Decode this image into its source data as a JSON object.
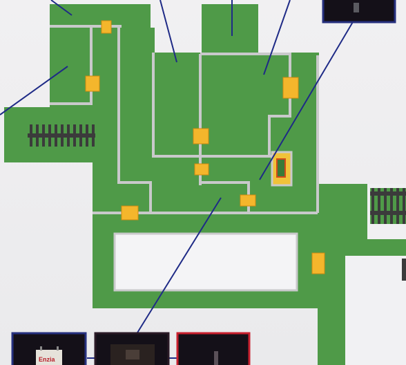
{
  "map": {
    "colors": {
      "background": "#ededee",
      "room": "#4f9a48",
      "wall": "#c9c9cb",
      "door": "#f4b62c",
      "leader": "#1e2a86",
      "thumb_border_blue": "#26307e",
      "thumb_border_red": "#c8202e",
      "thumb_border_dark": "#2a1a26"
    },
    "door_icon": "door-marker",
    "stairs_icon": "stairs-icon"
  },
  "thumbnails": [
    {
      "name": "thumbnail-top-right",
      "border": "blue"
    },
    {
      "name": "thumbnail-bottom-left",
      "border": "blue",
      "caption": "Enzia"
    },
    {
      "name": "thumbnail-bottom-middle",
      "border": "dark"
    },
    {
      "name": "thumbnail-bottom-right",
      "border": "red"
    }
  ]
}
